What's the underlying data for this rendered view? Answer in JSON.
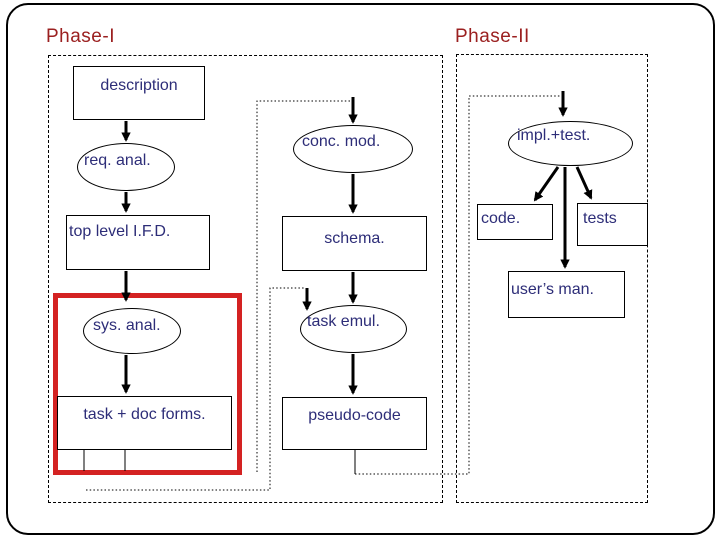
{
  "colors": {
    "background": "#ffffff",
    "frame_border": "#000000",
    "phase_title": "#9b2020",
    "node_text": "#2d2d78",
    "node_border": "#000000",
    "highlight_box": "#d42222",
    "connector": "#000000"
  },
  "phase1": {
    "title": "Phase-I",
    "nodes": {
      "description": "description",
      "req_anal": "req. anal.",
      "top_level_ifd": "top level I.F.D.",
      "sys_anal": "sys. anal.",
      "task_doc_forms": "task + doc forms.",
      "conc_mod": "conc. mod.",
      "schema": "schema.",
      "task_emul": "task emul.",
      "pseudo_code": "pseudo-code"
    }
  },
  "phase2": {
    "title": "Phase-II",
    "nodes": {
      "impl_test": "impl.+test.",
      "code": "code.",
      "tests": "tests",
      "users_man": "user’s man."
    }
  }
}
